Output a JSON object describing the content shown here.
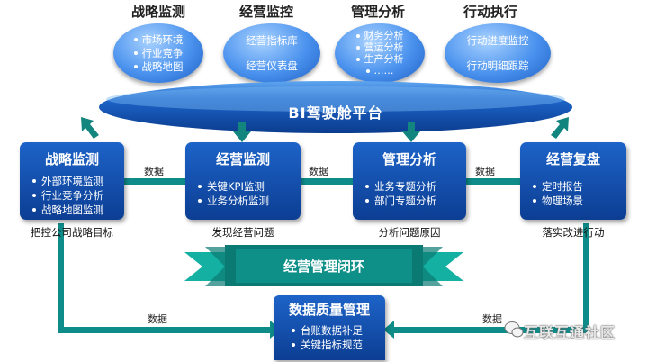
{
  "top": {
    "groups": [
      {
        "title": "战略监测",
        "items": [
          "市场环境",
          "行业竞争",
          "战略地图"
        ]
      },
      {
        "title": "经营监控",
        "items": [
          "经营指标库",
          "经营仪表盘"
        ]
      },
      {
        "title": "管理分析",
        "items": [
          "财务分析",
          "营运分析",
          "生产分析",
          "……"
        ]
      },
      {
        "title": "行动执行",
        "items": [
          "行动进度监控",
          "行动明细跟踪"
        ]
      }
    ]
  },
  "platform": {
    "label": "BI驾驶舱平台"
  },
  "boxes": [
    {
      "title": "战略监测",
      "items": [
        "外部环境监测",
        "行业竞争分析",
        "战略地图监测"
      ],
      "caption": "把控公司战略目标"
    },
    {
      "title": "经营监测",
      "items": [
        "关键KPI监测",
        "业务分析监测"
      ],
      "caption": "发现经营问题"
    },
    {
      "title": "管理分析",
      "items": [
        "业务专题分析",
        "部门专题分析"
      ],
      "caption": "分析问题原因"
    },
    {
      "title": "经营复盘",
      "items": [
        "定时报告",
        "物理场景"
      ],
      "caption": "落实改进行动"
    }
  ],
  "flow_labels": [
    "数据",
    "数据",
    "数据",
    "数据",
    "数据"
  ],
  "loop": {
    "label": "经营管理闭环"
  },
  "quality": {
    "title": "数据质量管理",
    "items": [
      "台账数据补足",
      "关键指标规范"
    ]
  },
  "watermark": {
    "text": "互联互通社区"
  },
  "colors": {
    "box_blue": "#1558bd",
    "loop_teal": "#0e8c8a",
    "arrow_green": "#1a8a86"
  }
}
